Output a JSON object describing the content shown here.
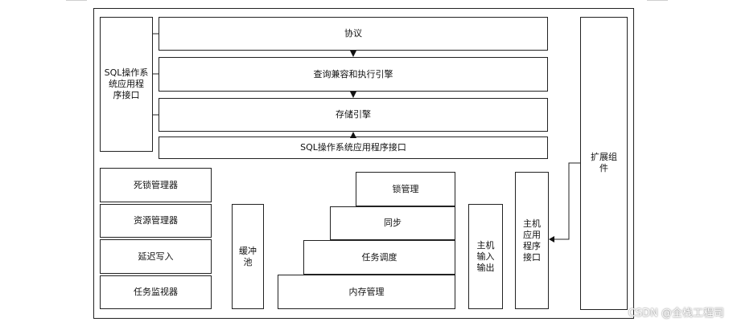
{
  "diagram": {
    "sql_api_left": "SQL操作系\n统应用程\n序接口",
    "protocol": "协议",
    "query_engine": "查询兼容和执行引擎",
    "storage_engine": "存储引擎",
    "sql_api_bottom": "SQL操作系统应用程序接口",
    "extension": "扩展组\n件",
    "deadlock_manager": "死锁管理器",
    "resource_manager": "资源管理器",
    "lazy_writer": "延迟写入",
    "task_monitor": "任务监视器",
    "buffer_pool": "缓冲\n池",
    "lock_manager": "锁管理",
    "sync": "同步",
    "task_scheduler": "任务调度",
    "memory_manager": "内存管理",
    "host_io": "主机\n输入\n输出",
    "host_api": "主机\n应用\n程序\n接口"
  },
  "watermark": "CSDN @全栈工程司"
}
